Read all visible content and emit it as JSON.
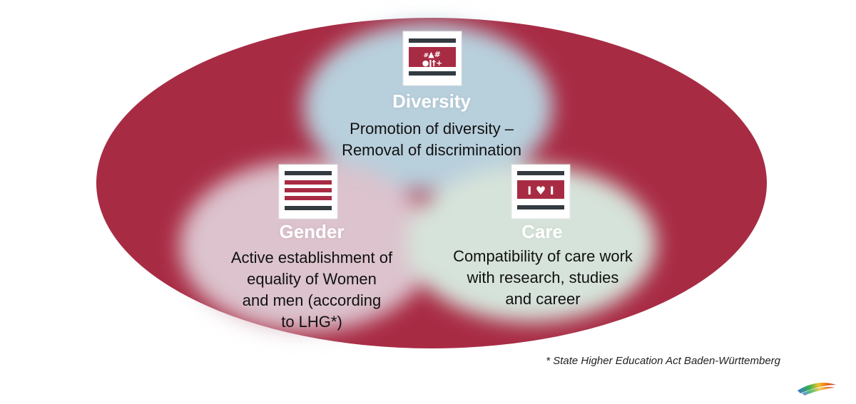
{
  "colors": {
    "outer_ellipse": "#a82b44",
    "diversity_blob": "#b8cfdc",
    "gender_blob": "#dcc3cd",
    "care_blob": "#d6e3da",
    "icon_dark": "#333a40",
    "icon_red": "#a82b44"
  },
  "diversity": {
    "title": "Diversity",
    "description_line1": "Promotion of diversity –",
    "description_line2": "Removal of discrimination",
    "icon": "diversity-icon",
    "icon_glyphs_row1": "ச▲#",
    "icon_glyphs_row2": "●ǀ†+"
  },
  "gender": {
    "title": "Gender",
    "description_lines": [
      "Active establishment of",
      "equality of Women",
      "and men (according",
      "to LHG*)"
    ],
    "icon": "gender-icon"
  },
  "care": {
    "title": "Care",
    "description_lines": [
      "Compatibility of care work",
      "with research, studies",
      "and career"
    ],
    "icon": "care-icon",
    "icon_glyphs": "I ♥ I"
  },
  "footnote": "* State Higher Education Act Baden-Württemberg",
  "logo": "rainbow-swoosh-logo"
}
